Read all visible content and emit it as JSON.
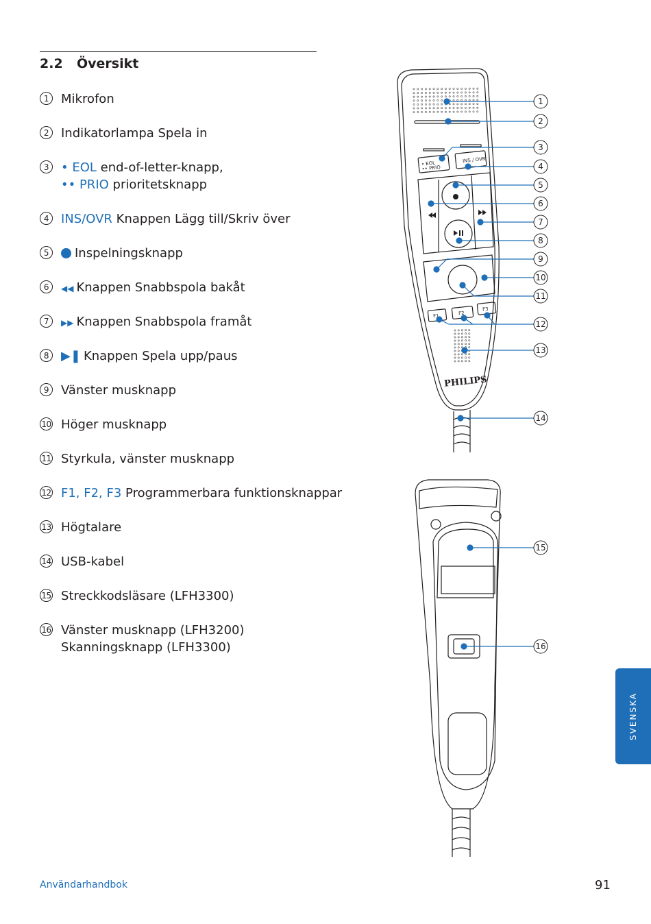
{
  "section": {
    "number": "2.2",
    "title": "Översikt"
  },
  "items": [
    {
      "num": "1",
      "lines": [
        {
          "prefix": "",
          "text": "Mikrofon"
        }
      ]
    },
    {
      "num": "2",
      "lines": [
        {
          "prefix": "",
          "text": "Indikatorlampa Spela in"
        }
      ]
    },
    {
      "num": "3",
      "lines": [
        {
          "prefix": "• EOL",
          "text": " end-of-letter-knapp,"
        },
        {
          "prefix": "•• PRIO",
          "text": " prioritetsknapp"
        }
      ]
    },
    {
      "num": "4",
      "lines": [
        {
          "prefix": "INS/OVR",
          "text": " Knappen Lägg till/Skriv över"
        }
      ]
    },
    {
      "num": "5",
      "lines": [
        {
          "prefix": "",
          "text": "Inspelningsknapp",
          "icon": "record-icon"
        }
      ]
    },
    {
      "num": "6",
      "lines": [
        {
          "prefix": "",
          "text": "Knappen Snabbspola bakåt",
          "icon": "rewind-icon"
        }
      ]
    },
    {
      "num": "7",
      "lines": [
        {
          "prefix": "",
          "text": "Knappen Snabbspola framåt",
          "icon": "fast-forward-icon"
        }
      ]
    },
    {
      "num": "8",
      "lines": [
        {
          "prefix": "",
          "text": "Knappen Spela upp/paus",
          "icon": "play-pause-icon"
        }
      ]
    },
    {
      "num": "9",
      "lines": [
        {
          "prefix": "",
          "text": "Vänster musknapp"
        }
      ]
    },
    {
      "num": "10",
      "lines": [
        {
          "prefix": "",
          "text": "Höger musknapp"
        }
      ]
    },
    {
      "num": "11",
      "lines": [
        {
          "prefix": "",
          "text": "Styrkula, vänster musknapp"
        }
      ]
    },
    {
      "num": "12",
      "lines": [
        {
          "prefix": "F1, F2, F3",
          "text": " Programmerbara funktionsknappar"
        }
      ]
    },
    {
      "num": "13",
      "lines": [
        {
          "prefix": "",
          "text": "Högtalare"
        }
      ]
    },
    {
      "num": "14",
      "lines": [
        {
          "prefix": "",
          "text": "USB-kabel"
        }
      ]
    },
    {
      "num": "15",
      "lines": [
        {
          "prefix": "",
          "text": "Streckkodsläsare (LFH3300)"
        }
      ]
    },
    {
      "num": "16",
      "lines": [
        {
          "prefix": "",
          "text": "Vänster musknapp (LFH3200)"
        },
        {
          "prefix": "",
          "text": "Skanningsknapp (LFH3300)"
        }
      ]
    }
  ],
  "device_labels": {
    "brand": "PHILIPS",
    "eol": "• EOL",
    "prio": "•• PRIO",
    "ins_ovr": "INS / OVR",
    "f1": "F1",
    "f2": "F2",
    "f3": "F3"
  },
  "callouts": [
    "1",
    "2",
    "3",
    "4",
    "5",
    "6",
    "7",
    "8",
    "9",
    "10",
    "11",
    "12",
    "13",
    "14",
    "15",
    "16"
  ],
  "footer": {
    "left": "Användarhandbok",
    "page": "91"
  },
  "side_tab": "SVENSKA",
  "colors": {
    "accent": "#1f6fb8",
    "text": "#231f20"
  },
  "icons": {
    "record": "record-icon",
    "rewind": "rewind-icon",
    "forward": "fast-forward-icon",
    "play_pause": "play-pause-icon"
  }
}
